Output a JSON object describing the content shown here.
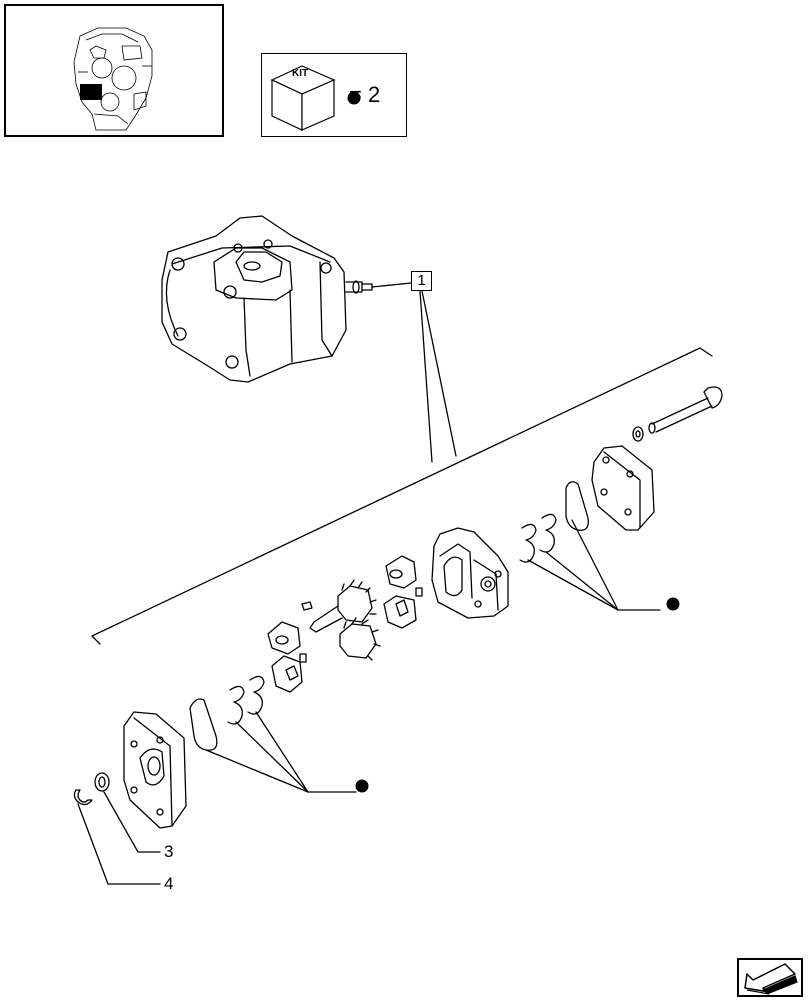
{
  "kit": {
    "label": "KIT",
    "equals_text": "= 2"
  },
  "callouts": {
    "ref_1": "1",
    "ref_3": "3",
    "ref_4": "4"
  },
  "icons": {
    "thumbnail": "engine-location-thumbnail-icon",
    "kit": "kit-box-icon",
    "bullet": "kit-bullet-icon",
    "next_page": "next-page-arrow-icon"
  }
}
